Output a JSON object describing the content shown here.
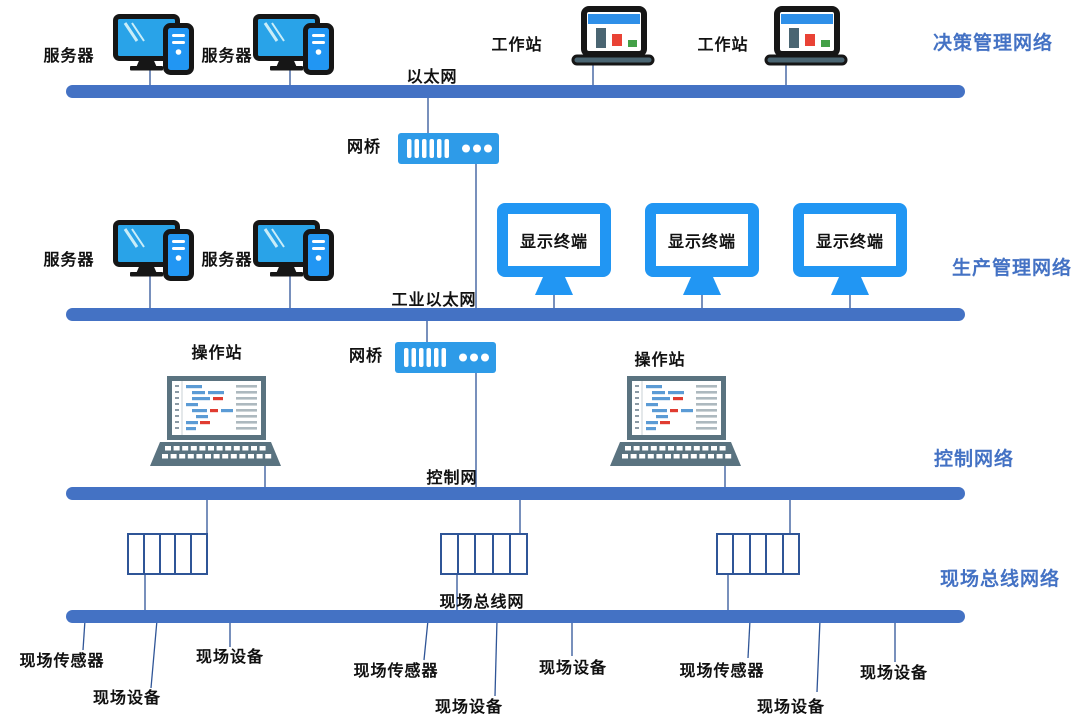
{
  "node_labels": {
    "server": "服务器",
    "workstation": "工作站",
    "bridge": "网桥",
    "display_terminal": "显示终端",
    "operator_station": "操作站",
    "field_sensor": "现场传感器",
    "field_device": "现场设备"
  },
  "bus_labels": {
    "ethernet": "以太网",
    "industrial_ethernet": "工业以太网",
    "control_net": "控制网",
    "fieldbus_net": "现场总线网"
  },
  "side_labels": {
    "decision": "决策管理网络",
    "production": "生产管理网络",
    "control": "控制网络",
    "fieldbus": "现场总线网络"
  },
  "colors": {
    "bus_bar": "#4472C4",
    "connector": "#2F5597",
    "side_label": "#4472C4",
    "icon_blue": "#2196F3",
    "icon_sky": "#2E9BE8",
    "label_text": "#111111"
  }
}
